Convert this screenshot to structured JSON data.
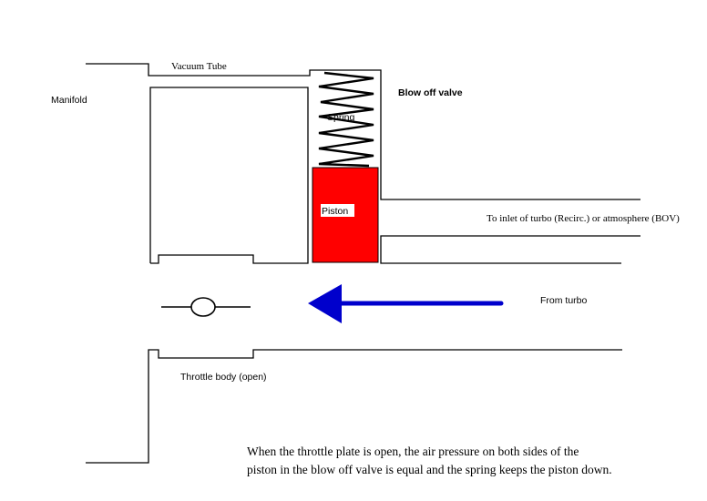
{
  "labels": {
    "manifold": "Manifold",
    "vacuum_tube": "Vacuum Tube",
    "blow_off_valve": "Blow off valve",
    "spring": "Spring",
    "piston": "Piston",
    "outlet": "To inlet of turbo (Recirc.) or atmosphere (BOV)",
    "from_turbo": "From turbo",
    "throttle_body": "Throttle body (open)"
  },
  "caption": {
    "line1": "When the throttle plate is open, the air pressure on both sides of the",
    "line2": "piston in the blow off valve is equal and the spring keeps the piston down."
  },
  "colors": {
    "piston": "#ff0000",
    "arrow": "#0000cc",
    "lines": "#000000"
  }
}
